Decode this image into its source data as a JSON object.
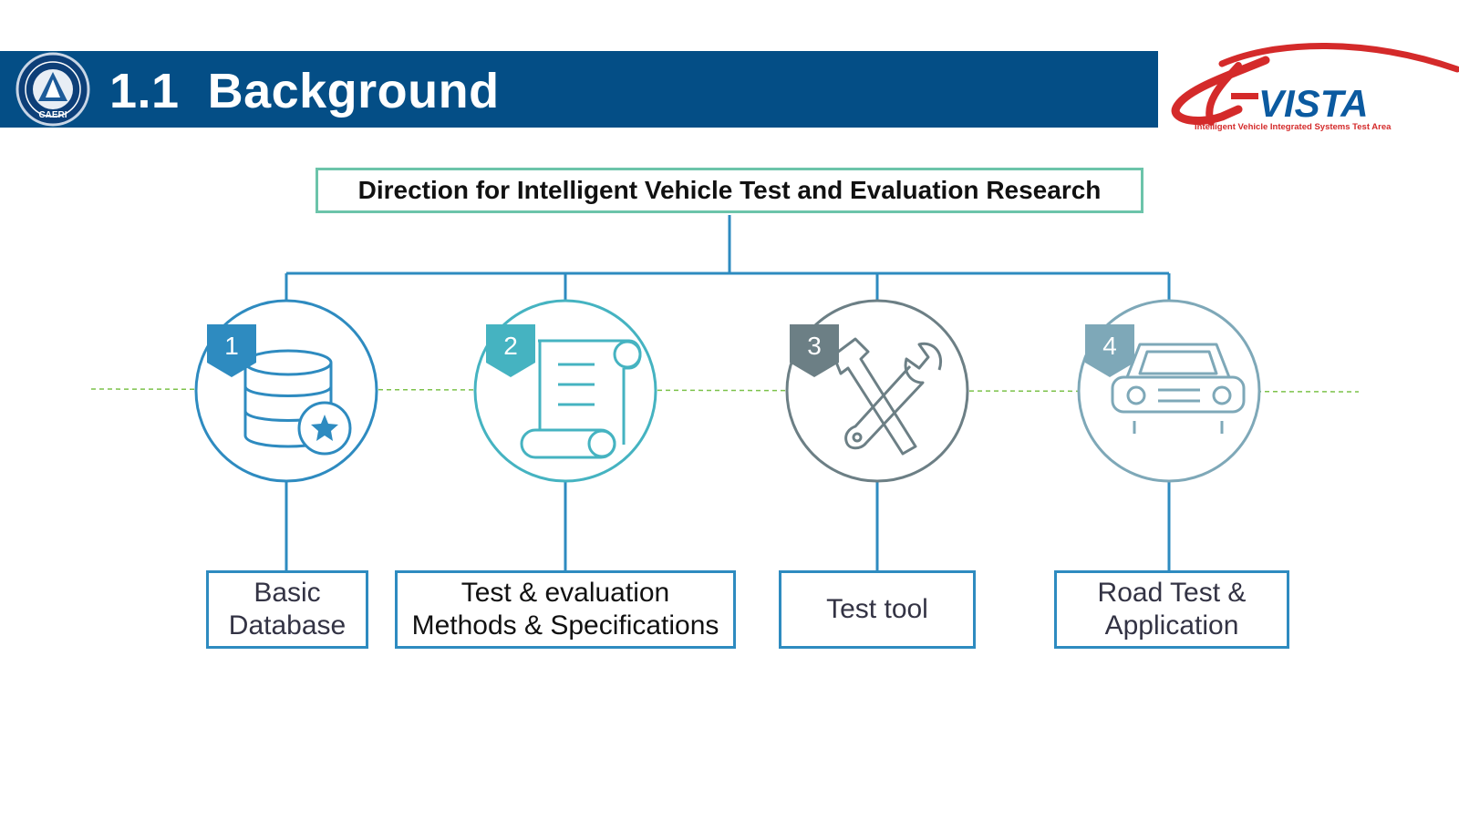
{
  "header": {
    "title": "1.1  Background",
    "bar_color": "#044e86",
    "emblem_text": "CAERI"
  },
  "brand": {
    "name": "VISTA",
    "tagline": "Intelligent Vehicle Integrated Systems Test Area",
    "color": "#d42a2a",
    "wordmark_color": "#0b5aa0"
  },
  "diagram": {
    "root_label": "Direction for Intelligent Vehicle Test and Evaluation Research",
    "root_border_color": "#6cc4aa",
    "items": [
      {
        "number": "1",
        "icon": "database-star-icon",
        "color": "#2e8bc0",
        "label_lines": [
          "Basic",
          "Database"
        ]
      },
      {
        "number": "2",
        "icon": "scroll-document-icon",
        "color": "#45b3c1",
        "label_lines": [
          "Test & evaluation",
          "Methods & Specifications"
        ]
      },
      {
        "number": "3",
        "icon": "hammer-wrench-icon",
        "color": "#6c7f85",
        "label_lines": [
          "Test tool"
        ]
      },
      {
        "number": "4",
        "icon": "car-icon",
        "color": "#7ea8b8",
        "label_lines": [
          "Road Test &",
          "Application"
        ]
      }
    ]
  }
}
